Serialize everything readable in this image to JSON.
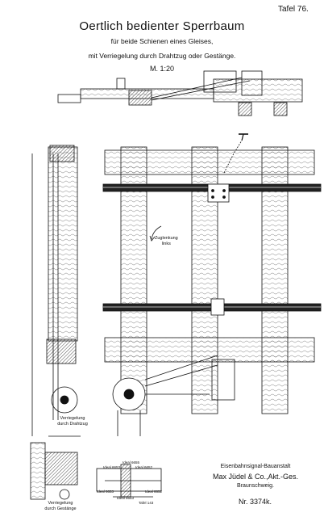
{
  "plate": "Tafel 76.",
  "title": "Oertlich bedienter Sperrbaum",
  "subtitle1": "für beide Schienen eines Gleises,",
  "subtitle2": "mit Verriegelung durch Drahtzug oder Gestänge.",
  "scale": "M. 1:20",
  "labels": {
    "direction": "Zuglenkung\nlinks",
    "lock_wire": "Verriegelung\ndurch Drahtzug",
    "lock_rod": "Verriegelung\ndurch Gestänge",
    "detail_a": "Ideal 6653",
    "detail_b": "Ideal 6652",
    "detail_c": "Ideal 6653",
    "detail_d": "Ideal 6655",
    "detail_e": "Ideal 6652",
    "detail_f": "Ideal 6653",
    "detail_g": "Tafel 143"
  },
  "maker": {
    "line1": "Eisenbahnsignal-Bauanstalt",
    "line2": "Max Jüdel & Co.,Akt.-Ges.",
    "line3": "Braunschweig."
  },
  "drawing_number": "Nr. 3374k."
}
